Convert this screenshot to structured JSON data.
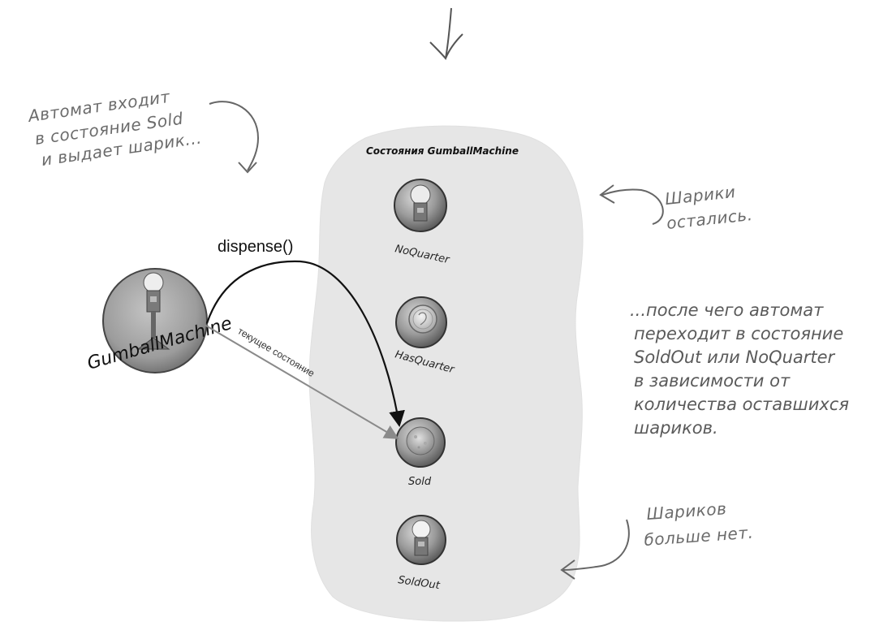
{
  "states_panel": {
    "title": "Состояния GumballMachine",
    "states": [
      {
        "name": "NoQuarter",
        "icon": "gumball-machine-icon"
      },
      {
        "name": "HasQuarter",
        "icon": "quarter-coin-icon"
      },
      {
        "name": "Sold",
        "icon": "gumball-icon"
      },
      {
        "name": "SoldOut",
        "icon": "empty-gumball-machine-icon"
      }
    ]
  },
  "context": {
    "name": "GumballMachine",
    "method_call": "dispense()",
    "current_state_label": "текущее состояние"
  },
  "annotations": {
    "enters_sold": [
      "Автомат входит",
      "в состояние Sold",
      "и выдает шарик..."
    ],
    "gumballs_left": [
      "Шарики",
      "остались."
    ],
    "after_that": [
      "...после чего автомат",
      "переходит в состояние",
      "SoldOut или NoQuarter",
      "в зависимости от",
      "количества оставшихся",
      "шариков."
    ],
    "no_gumballs": [
      "Шариков",
      "больше нет."
    ]
  },
  "colors": {
    "panel_fill": "#e6e6e6",
    "annotation_text": "#6b6b6b",
    "arrow_dark": "#111111",
    "arrow_gray": "#8a8a8a"
  }
}
